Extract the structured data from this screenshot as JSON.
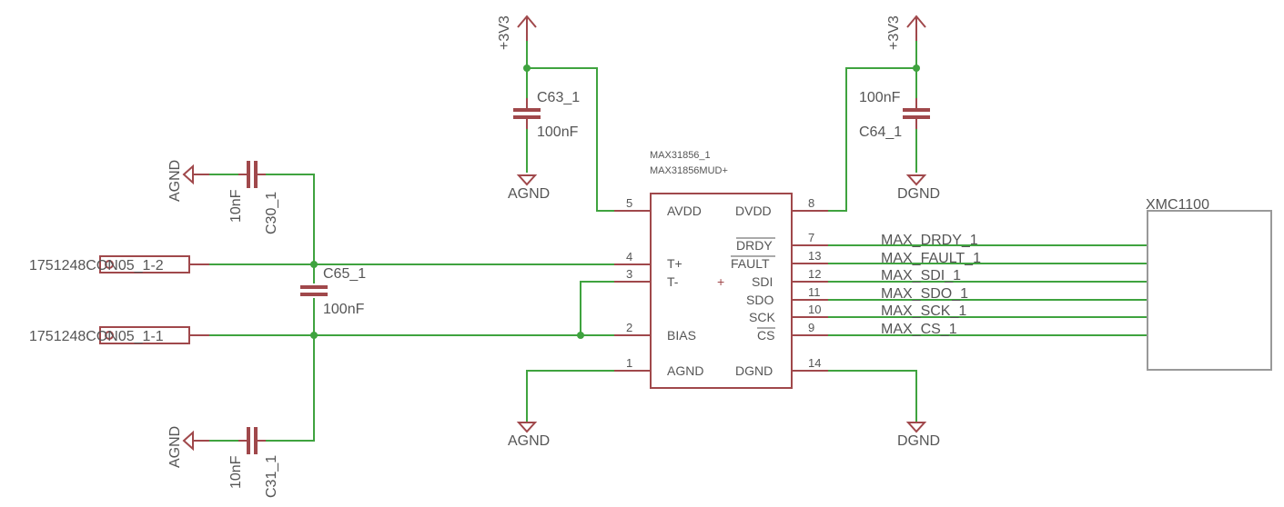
{
  "supplies": {
    "vcc_left": "+3V3",
    "vcc_right": "+3V3"
  },
  "grounds": {
    "agnd_top": "AGND",
    "dgnd_top": "DGND",
    "agnd_bottom": "AGND",
    "dgnd_bottom": "DGND",
    "agnd_c30": "AGND",
    "agnd_c31": "AGND"
  },
  "capacitors": {
    "c63": {
      "name": "C63_1",
      "value": "100nF"
    },
    "c64": {
      "name": "C64_1",
      "value": "100nF"
    },
    "c65": {
      "name": "C65_1",
      "value": "100nF"
    },
    "c30": {
      "name": "C30_1",
      "value": "10nF"
    },
    "c31": {
      "name": "C31_1",
      "value": "10nF"
    }
  },
  "connector": {
    "pin2": "1751248CON05_1-2",
    "pin1": "1751248CON05_1-1"
  },
  "ic": {
    "name": "MAX31856_1",
    "part": "MAX31856MUD+",
    "plus_mark": "+",
    "left_pins": [
      {
        "num": "5",
        "name": "AVDD"
      },
      {
        "num": "4",
        "name": "T+"
      },
      {
        "num": "3",
        "name": "T-"
      },
      {
        "num": "2",
        "name": "BIAS"
      },
      {
        "num": "1",
        "name": "AGND"
      }
    ],
    "right_pins": [
      {
        "num": "8",
        "name": "DVDD"
      },
      {
        "num": "7",
        "name": "DRDY"
      },
      {
        "num": "13",
        "name": "FAULT"
      },
      {
        "num": "12",
        "name": "SDI"
      },
      {
        "num": "11",
        "name": "SDO"
      },
      {
        "num": "10",
        "name": "SCK"
      },
      {
        "num": "9",
        "name": "CS"
      },
      {
        "num": "14",
        "name": "DGND"
      }
    ]
  },
  "nets": [
    "MAX_DRDY_1",
    "MAX_FAULT_1",
    "MAX_SDI_1",
    "MAX_SDO_1",
    "MAX_SCK_1",
    "MAX_CS_1"
  ],
  "mcu": {
    "name": "XMC1100"
  },
  "colors": {
    "wire": "#3fa33f",
    "part": "#a0484b",
    "text": "#555555"
  }
}
